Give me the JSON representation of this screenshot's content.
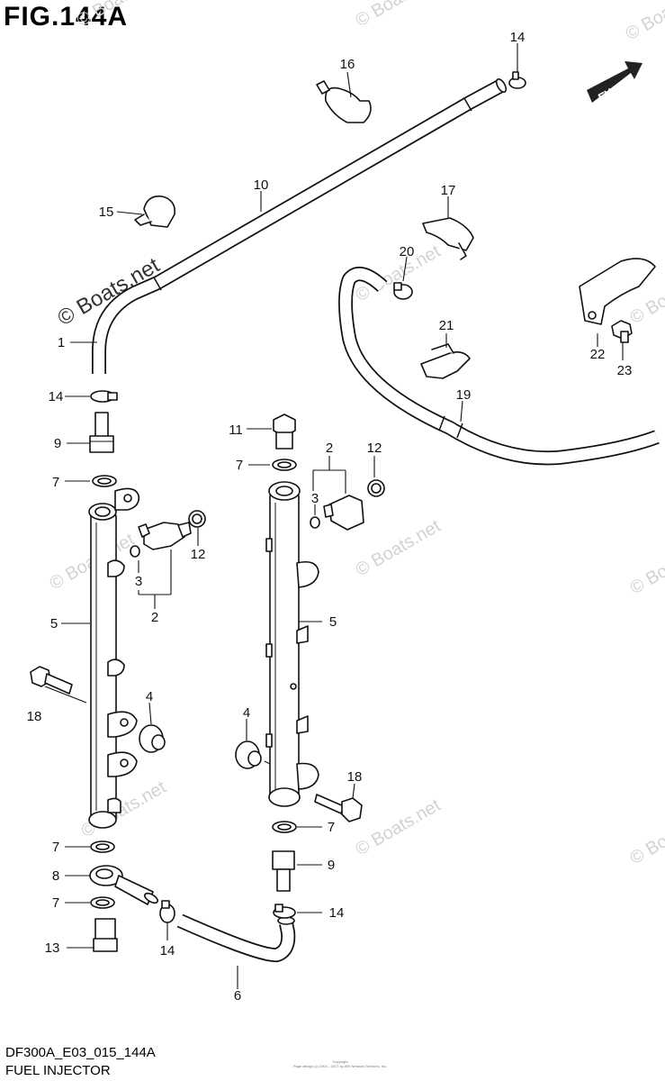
{
  "figure": {
    "title": "FIG.144A",
    "code": "DF300A_E03_015_144A",
    "name": "FUEL INJECTOR"
  },
  "direction_indicator": "FWD",
  "watermark": {
    "main": "© Boats.net",
    "faint": "© Boats.net"
  },
  "copyright_lines": [
    "Copyright",
    "Page design (c) 2004 - 2017 by ARI Network Services, Inc."
  ],
  "callouts": {
    "c1": "1",
    "c2a": "2",
    "c2b": "2",
    "c3a": "3",
    "c3b": "3",
    "c4a": "4",
    "c4b": "4",
    "c5a": "5",
    "c5b": "5",
    "c6": "6",
    "c7a": "7",
    "c7b": "7",
    "c7c": "7",
    "c7d": "7",
    "c7e": "7",
    "c8": "8",
    "c9a": "9",
    "c9b": "9",
    "c10": "10",
    "c11": "11",
    "c12a": "12",
    "c12b": "12",
    "c13": "13",
    "c14a": "14",
    "c14b": "14",
    "c14c": "14",
    "c14d": "14",
    "c15": "15",
    "c16": "16",
    "c17": "17",
    "c18a": "18",
    "c18b": "18",
    "c19": "19",
    "c20": "20",
    "c21": "21",
    "c22": "22",
    "c23": "23"
  },
  "colors": {
    "line": "#111111",
    "background": "#ffffff",
    "watermark": "#d2d2d2"
  }
}
